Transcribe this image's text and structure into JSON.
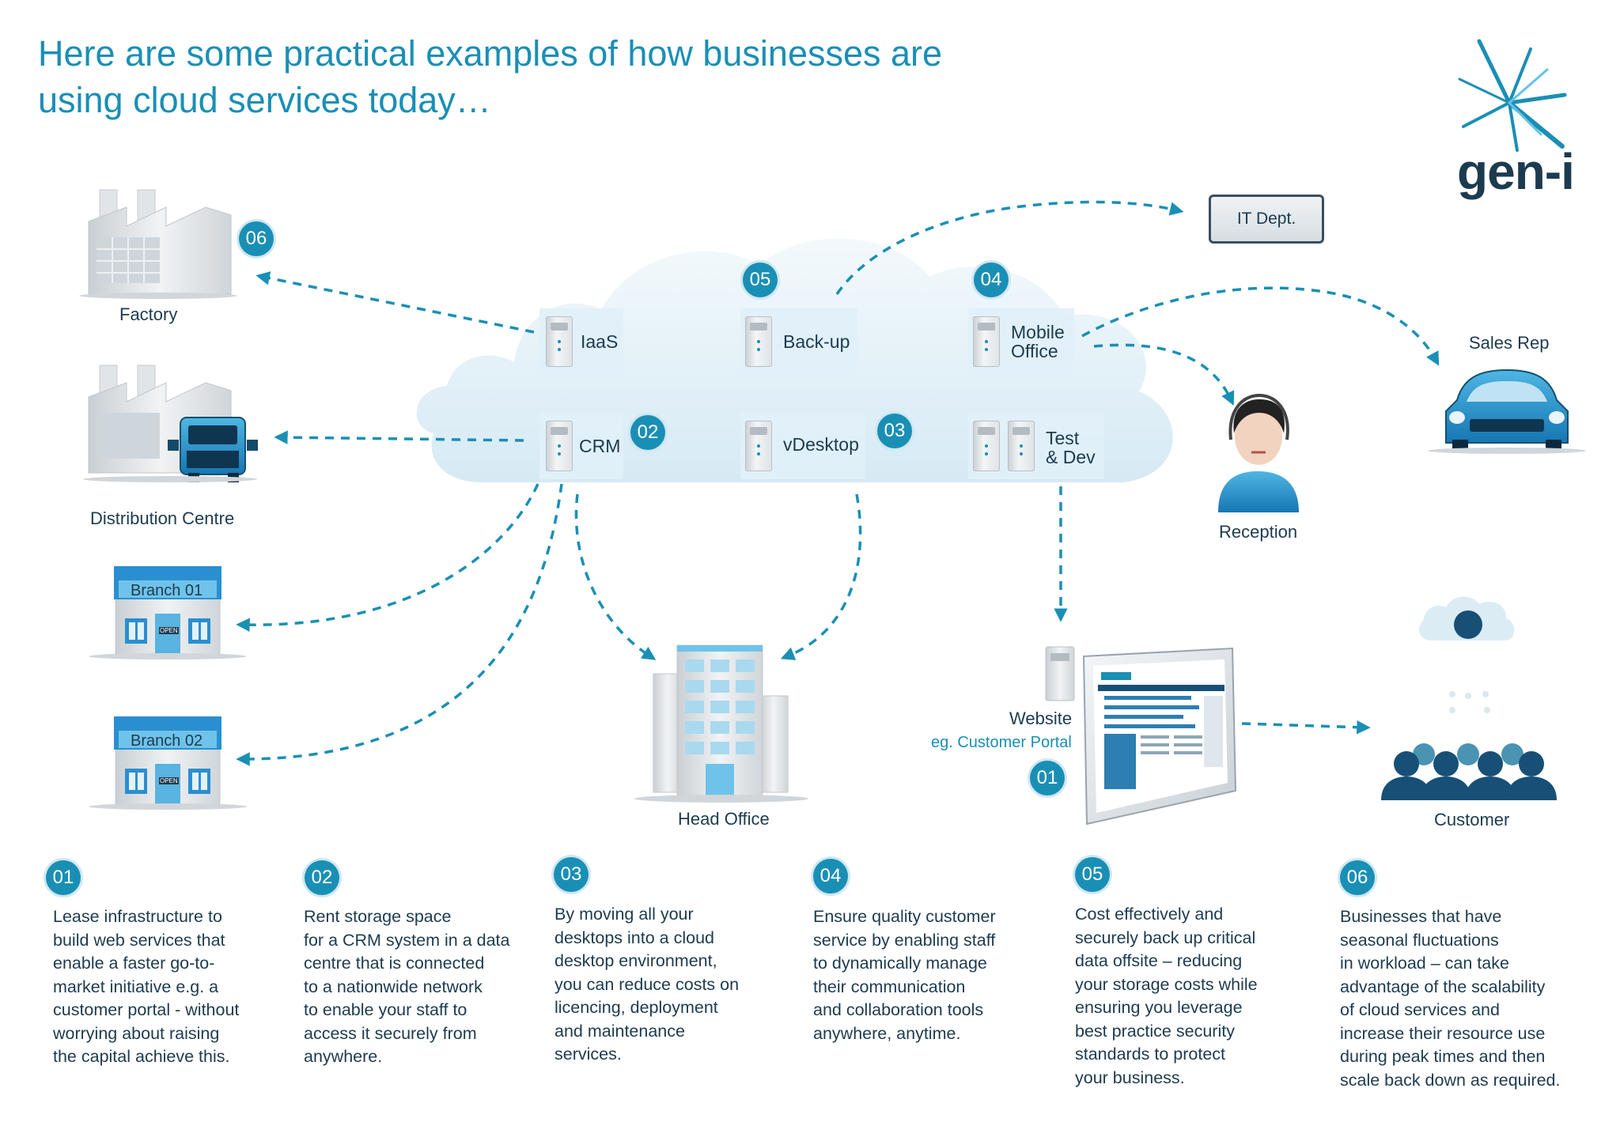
{
  "title": {
    "line1": "Here are some practical examples of how businesses are",
    "line2": "using cloud services today…"
  },
  "logo": {
    "text": "gen-i",
    "icon": "starburst-icon"
  },
  "it_dept": "IT Dept.",
  "cloud_services": {
    "iaas": "IaaS",
    "backup": "Back-up",
    "mobile_office": [
      "Mobile",
      "Office"
    ],
    "crm": "CRM",
    "vdesktop": "vDesktop",
    "test_dev": [
      "Test",
      "& Dev"
    ]
  },
  "badges": {
    "factory": "06",
    "backup": "05",
    "mobile_office": "04",
    "crm": "02",
    "vdesktop": "03",
    "website": "01"
  },
  "destinations": {
    "factory": "Factory",
    "distribution": "Distribution Centre",
    "branch1": "Branch 01",
    "branch2": "Branch 02",
    "head_office": "Head Office",
    "sales_rep": "Sales Rep",
    "reception": "Reception",
    "website": "Website",
    "website_sub": "eg. Customer Portal",
    "customer": "Customer",
    "shop_sign": "OPEN"
  },
  "descriptions": [
    {
      "num": "01",
      "text": "Lease infrastructure to\nbuild web services that\nenable a faster go-to-\nmarket initiative e.g. a\ncustomer portal - without\nworrying about raising\nthe capital achieve this."
    },
    {
      "num": "02",
      "text": "Rent storage space\nfor a CRM system in a data\ncentre that is connected\nto a nationwide network\nto enable your staff to\naccess it securely from\nanywhere."
    },
    {
      "num": "03",
      "text": "By moving all your\ndesktops into a cloud\ndesktop environment,\nyou can reduce costs on\nlicencing, deployment\nand maintenance\nservices."
    },
    {
      "num": "04",
      "text": "Ensure quality customer\nservice by enabling staff\nto dynamically manage\ntheir communication\nand collaboration tools\nanywhere, anytime."
    },
    {
      "num": "05",
      "text": "Cost effectively and\nsecurely back up critical\ndata offsite – reducing\nyour storage costs while\nensuring you leverage\nbest practice security\nstandards to protect\nyour business."
    },
    {
      "num": "06",
      "text": "Businesses that have\nseasonal fluctuations\nin workload – can take\nadvantage of the scalability\nof cloud services and\nincrease their resource use\nduring peak times and then\nscale back down as required."
    }
  ],
  "colors": {
    "accent": "#1a8fb5",
    "dark": "#1d3b4f",
    "cloud": "#ddeef6"
  }
}
